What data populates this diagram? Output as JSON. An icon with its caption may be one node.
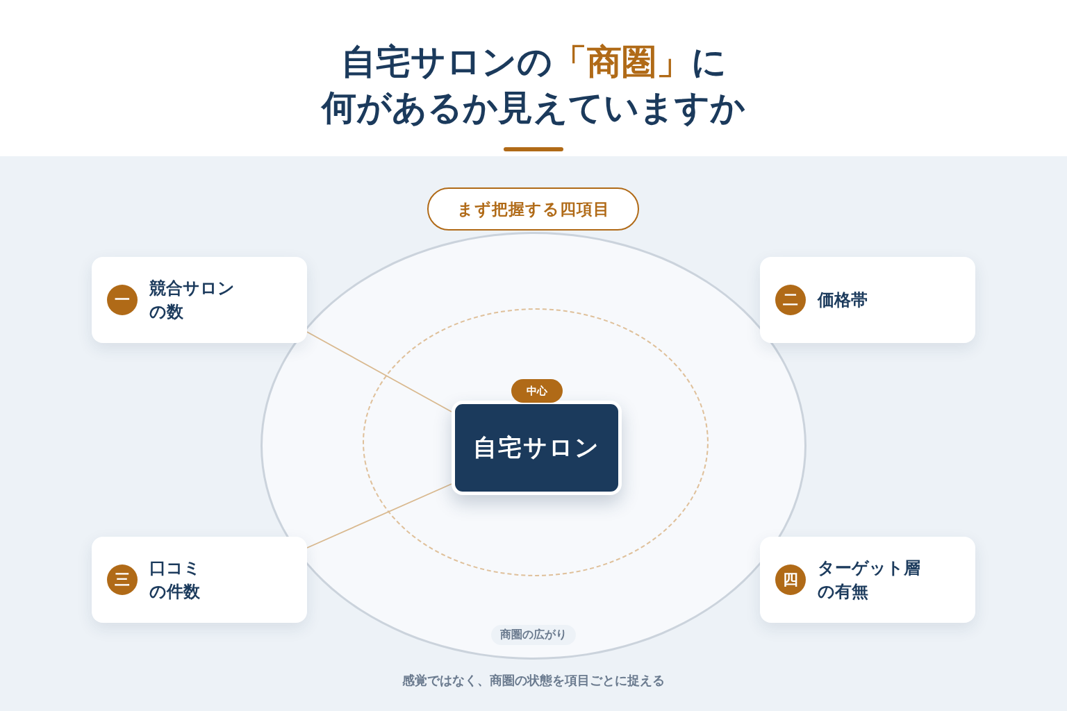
{
  "diagram": {
    "title": "自宅サロンの**「商圏」**に何があるか見えていますか",
    "caption": "感覚ではなく、商圏の状態を項目ごとに捉える",
    "nodes": [
      {
        "text": [
          "まず把握する四項目"
        ]
      },
      {
        "text": [
          "商圏の広がり"
        ]
      },
      {
        "text": [],
        "shape": "circle",
        "in": 1
      },
      {
        "text": [
          "中心"
        ],
        "in": 2
      },
      {
        "text": [
          "自宅サロン"
        ],
        "in": 2
      },
      {
        "text": [
          "一",
          "競合サロンの数"
        ]
      },
      {
        "text": [
          "二",
          "価格帯"
        ]
      },
      {
        "text": [
          "三",
          "口コミの件数"
        ]
      },
      {
        "text": [
          "四",
          "ターゲット層の有無"
        ]
      }
    ],
    "edges": [
      {
        "from": 5,
        "to": 4,
        "arrow": "none"
      },
      {
        "from": 7,
        "to": 4,
        "arrow": "none"
      }
    ]
  }
}
